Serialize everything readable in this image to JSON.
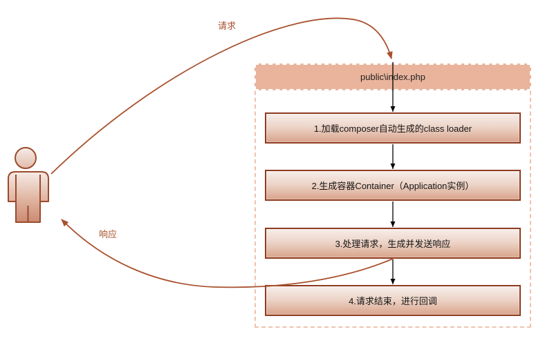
{
  "diagram": {
    "entry_title": "public\\index.php",
    "steps": [
      {
        "label": "1.加载composer自动生成的class loader"
      },
      {
        "label": "2.生成容器Container（Application实例）"
      },
      {
        "label": "3.处理请求，生成并发送响应"
      },
      {
        "label": "4.请求结束，进行回调"
      }
    ],
    "edges": {
      "request": "请求",
      "response": "响应"
    },
    "actor": {
      "name": "user"
    },
    "colors": {
      "accent": "#a9512d",
      "node_border": "#8e3c20",
      "node_fill_top": "#f7eeea",
      "node_fill_bottom": "#d9a48c",
      "header_fill": "#eab49c",
      "container_border": "#efc3ac",
      "connector": "#000000"
    }
  }
}
